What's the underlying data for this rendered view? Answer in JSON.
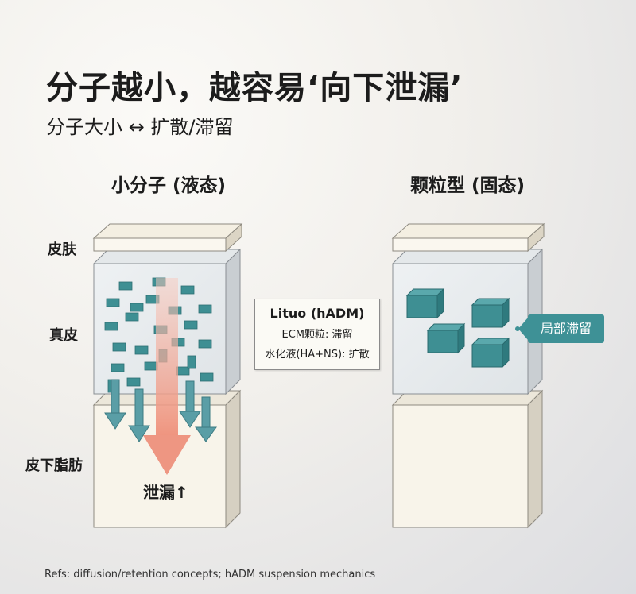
{
  "title": "分子越小，越容易‘向下泄漏’",
  "subtitle": "分子大小 ↔ 扩散/滞留",
  "left_panel": {
    "title": "小分子 (液态)",
    "leak_label": "泄漏↑"
  },
  "right_panel": {
    "title": "颗粒型 (固态)",
    "retention_tag": "局部滞留"
  },
  "layers": {
    "skin": "皮肤",
    "dermis": "真皮",
    "subcutaneous": "皮下脂肪"
  },
  "legend": {
    "title": "Lituo (hADM)",
    "line1": "ECM颗粒: 滞留",
    "line2": "水化液(HA+NS): 扩散"
  },
  "refs": "Refs: diffusion/retention concepts; hADM suspension mechanics",
  "colors": {
    "particle": "#3e8f93",
    "leak_arrow": "#ee9682",
    "block_front": "#f8f4ea",
    "dermis_front": "#e6eaec",
    "retention_tag": "#3e9196"
  }
}
